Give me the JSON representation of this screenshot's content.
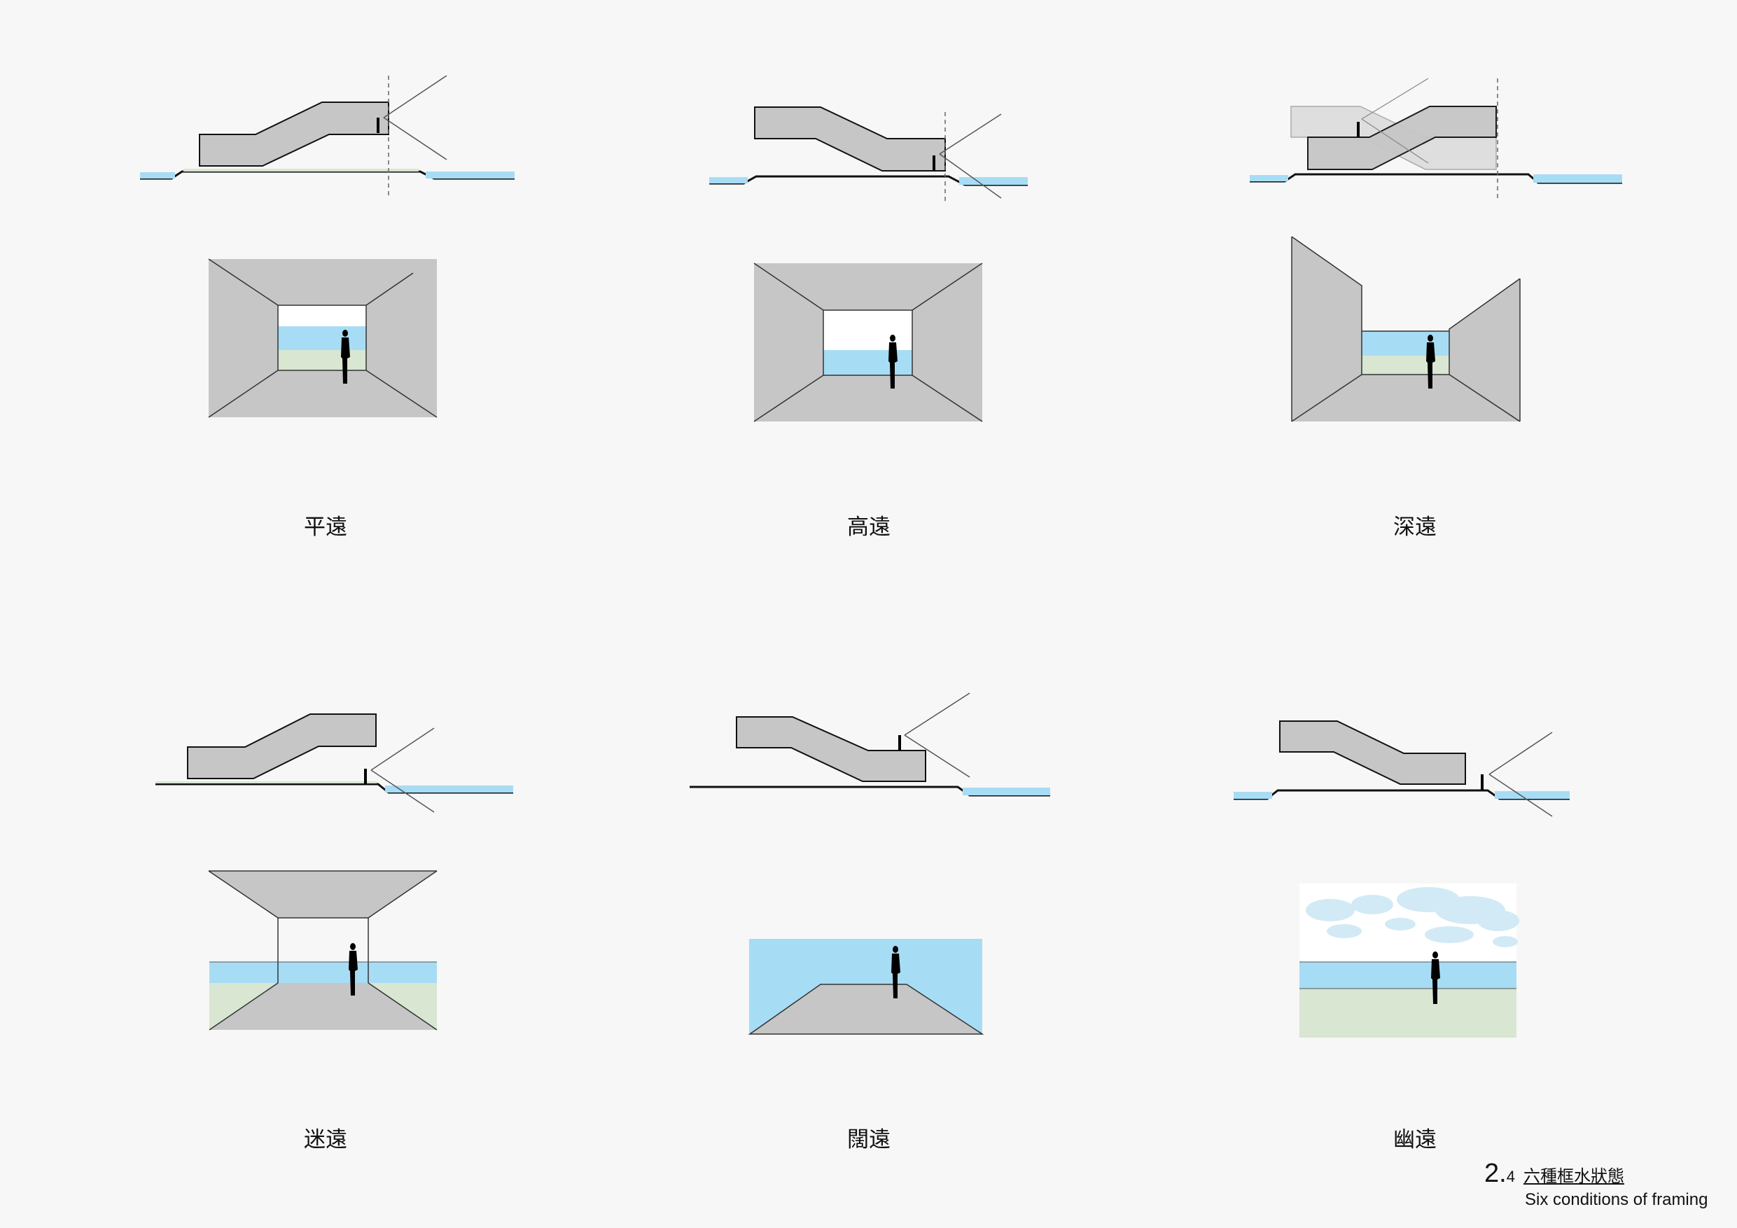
{
  "panels": [
    {
      "id": "ping",
      "label": "平遠"
    },
    {
      "id": "gao",
      "label": "高遠"
    },
    {
      "id": "shen",
      "label": "深遠"
    },
    {
      "id": "mi",
      "label": "迷遠"
    },
    {
      "id": "kuo",
      "label": "闊遠"
    },
    {
      "id": "you",
      "label": "幽遠"
    }
  ],
  "footer": {
    "number_main": "2.",
    "number_sub": "4",
    "title_zh": "六種框水狀態",
    "title_en": "Six conditions of framing"
  },
  "colors": {
    "background": "#f7f7f7",
    "grey": "#c6c6c6",
    "light_grey": "#dedede",
    "water": "#a7dcf5",
    "grass": "#d8e6d2",
    "line": "#111111"
  }
}
